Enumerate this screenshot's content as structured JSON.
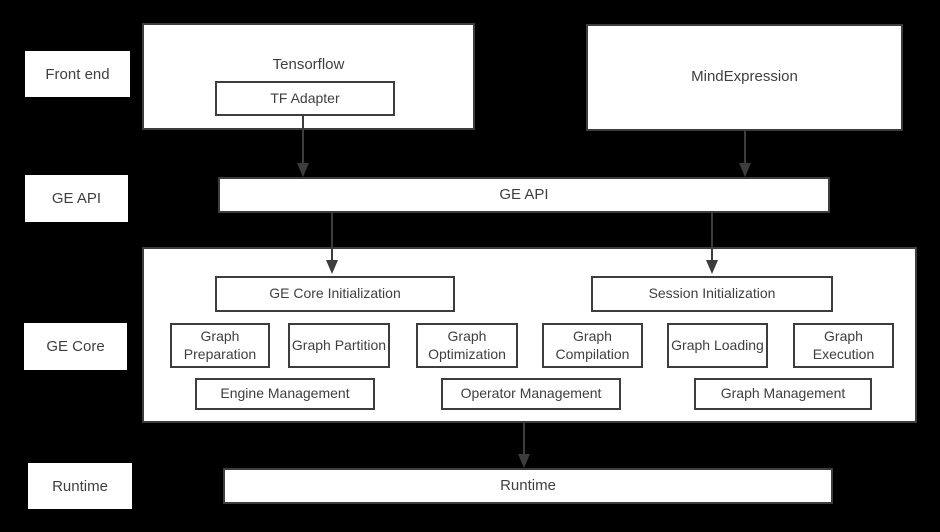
{
  "colors": {
    "background": "#000000",
    "box_fill": "#ffffff",
    "box_border": "#3d3d3d",
    "text": "#3f3f3f",
    "arrow": "#3d3d3d"
  },
  "side_labels": [
    {
      "label": "Front end"
    },
    {
      "label": "GE API"
    },
    {
      "label": "GE Core"
    },
    {
      "label": "Runtime"
    }
  ],
  "front_end": {
    "tensorflow_label": "Tensorflow",
    "tf_adapter_label": "TF Adapter",
    "mindexpression_label": "MindExpression"
  },
  "ge_api": {
    "label": "GE API"
  },
  "ge_core": {
    "initialization": [
      "GE Core Initialization",
      "Session Initialization"
    ],
    "stages": [
      "Graph Preparation",
      "Graph Partition",
      "Graph Optimization",
      "Graph Compilation",
      "Graph Loading",
      "Graph Execution"
    ],
    "management": [
      "Engine Management",
      "Operator Management",
      "Graph Management"
    ]
  },
  "runtime": {
    "label": "Runtime"
  }
}
